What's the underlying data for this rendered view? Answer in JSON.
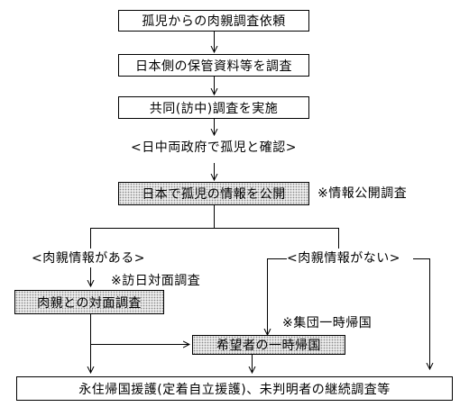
{
  "steps": {
    "request": "孤児からの肉親調査依頼",
    "investigate": "日本側の保管資料等を調査",
    "joint": "共同(訪中)調査を実施",
    "confirm": "<日中両政府で孤児と確認>",
    "publish": "日本で孤児の情報を公開",
    "publish_note": "※情報公開調査",
    "has_info": "<肉親情報がある>",
    "no_info": "<肉親情報がない>",
    "visit_note": "※訪日対面調査",
    "meeting": "肉親との対面調査",
    "temp_note": "※集団一時帰国",
    "temp_return": "希望者の一時帰国",
    "final": "永住帰国援護(定着自立援護)、未判明者の継続調査等"
  }
}
